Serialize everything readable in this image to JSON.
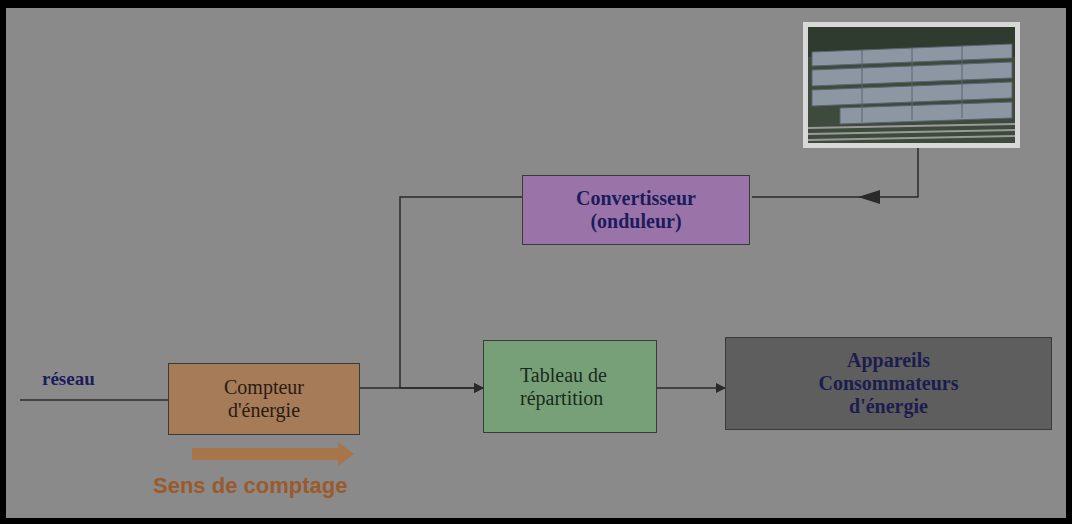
{
  "diagram": {
    "nodes": [
      {
        "text": [
          "Convertisseur (onduleur)"
        ]
      },
      {
        "text": [
          "Compteur d'énergie"
        ]
      },
      {
        "text": [
          "Tableau de répartition"
        ]
      },
      {
        "text": [
          "Appareils Consommateurs d'énergie"
        ]
      }
    ],
    "edges": [
      {
        "from": 0,
        "to": 2,
        "arrow": "to"
      },
      {
        "from": 1,
        "to": 2,
        "arrow": "to"
      },
      {
        "from": 2,
        "to": 3,
        "arrow": "to"
      }
    ],
    "labels": [
      "réseau",
      "Sens de comptage"
    ]
  }
}
